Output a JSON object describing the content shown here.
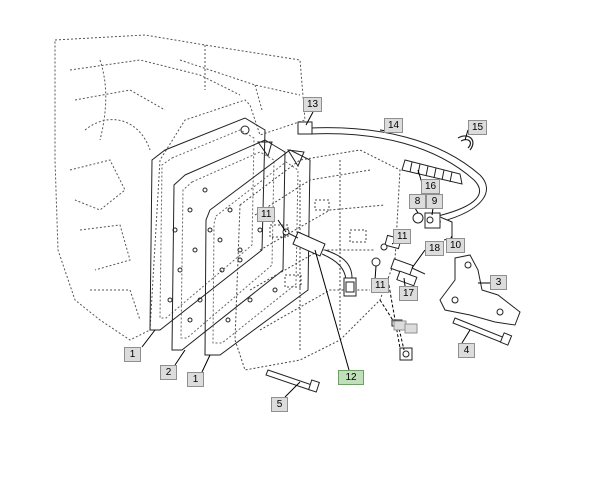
{
  "diagram": {
    "accent_active": "#bfe0b8",
    "callouts": [
      {
        "id": "c1a",
        "label": "1"
      },
      {
        "id": "c2",
        "label": "2"
      },
      {
        "id": "c1b",
        "label": "1"
      },
      {
        "id": "c5",
        "label": "5"
      },
      {
        "id": "c12",
        "label": "12",
        "active": true
      },
      {
        "id": "c13",
        "label": "13"
      },
      {
        "id": "c14",
        "label": "14"
      },
      {
        "id": "c15",
        "label": "15"
      },
      {
        "id": "c16",
        "label": "16"
      },
      {
        "id": "c8",
        "label": "8"
      },
      {
        "id": "c9",
        "label": "9"
      },
      {
        "id": "c11a",
        "label": "11"
      },
      {
        "id": "c11b",
        "label": "11"
      },
      {
        "id": "c10",
        "label": "10"
      },
      {
        "id": "c18",
        "label": "18"
      },
      {
        "id": "c3",
        "label": "3"
      },
      {
        "id": "c11c",
        "label": "11"
      },
      {
        "id": "c17",
        "label": "17"
      },
      {
        "id": "c4",
        "label": "4"
      }
    ]
  }
}
